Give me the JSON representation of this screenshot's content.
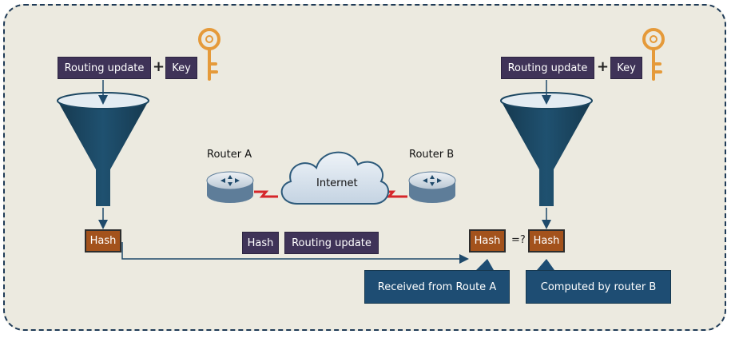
{
  "left": {
    "routing_update": "Routing update",
    "plus": "+",
    "key": "Key",
    "hash": "Hash"
  },
  "right": {
    "routing_update": "Routing update",
    "plus": "+",
    "key": "Key",
    "hash_received": "Hash",
    "compare": "=?",
    "hash_computed": "Hash"
  },
  "middle": {
    "router_a": "Router A",
    "router_b": "Router B",
    "internet": "Internet",
    "packet_hash": "Hash",
    "packet_update": "Routing update"
  },
  "callouts": {
    "received": "Received from Route A",
    "computed": "Computed by router B"
  },
  "colors": {
    "panel_border": "#1f3b57",
    "funnel": "#1b4661",
    "dark_box": "#3f3358",
    "hash_box": "#a3521c",
    "callout": "#1e4d73",
    "key": "#e59a3a",
    "link": "#d6262a"
  }
}
